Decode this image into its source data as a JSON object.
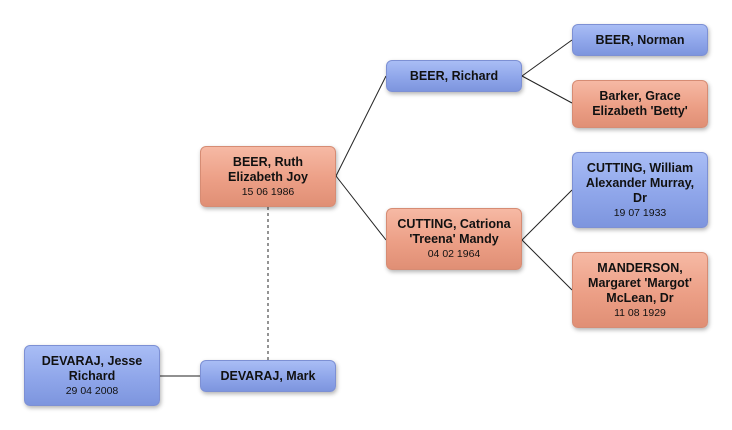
{
  "people": {
    "norman": {
      "name": "BEER, Norman",
      "date": ""
    },
    "grace": {
      "name": "Barker, Grace Elizabeth 'Betty'",
      "date": ""
    },
    "richard": {
      "name": "BEER, Richard",
      "date": ""
    },
    "william": {
      "name": "CUTTING, William Alexander Murray, Dr",
      "date": "19 07 1933"
    },
    "margaret": {
      "name": "MANDERSON, Margaret 'Margot' McLean, Dr",
      "date": "11 08 1929"
    },
    "catriona": {
      "name": "CUTTING, Catriona 'Treena' Mandy",
      "date": "04 02 1964"
    },
    "ruth": {
      "name": "BEER, Ruth Elizabeth Joy",
      "date": "15 06 1986"
    },
    "mark": {
      "name": "DEVARAJ, Mark",
      "date": ""
    },
    "jesse": {
      "name": "DEVARAJ, Jesse Richard",
      "date": "29 04 2008"
    }
  },
  "colors": {
    "male": "#8fa6ea",
    "female": "#ec9f86",
    "line": "#222222",
    "partner_line": "#666666"
  }
}
